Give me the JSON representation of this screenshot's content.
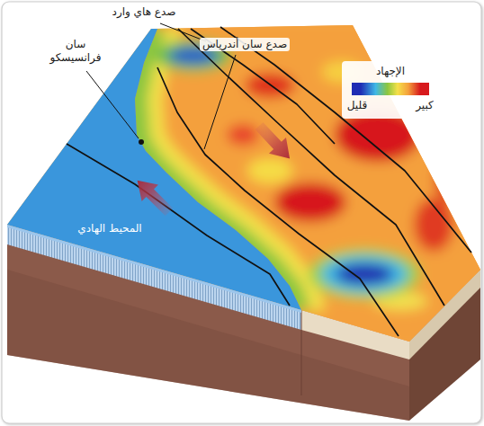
{
  "diagram": {
    "labels": [
      "صدع هاي وارد",
      "سان فرانسيسكو",
      "صدع سان أندرياس",
      "الإجهاد",
      "المحيط الهادي"
    ],
    "legend": [
      {
        "text": "قليل",
        "color": "#1f2db4"
      },
      {
        "text": "كبير",
        "color": "#d7191c"
      }
    ]
  }
}
